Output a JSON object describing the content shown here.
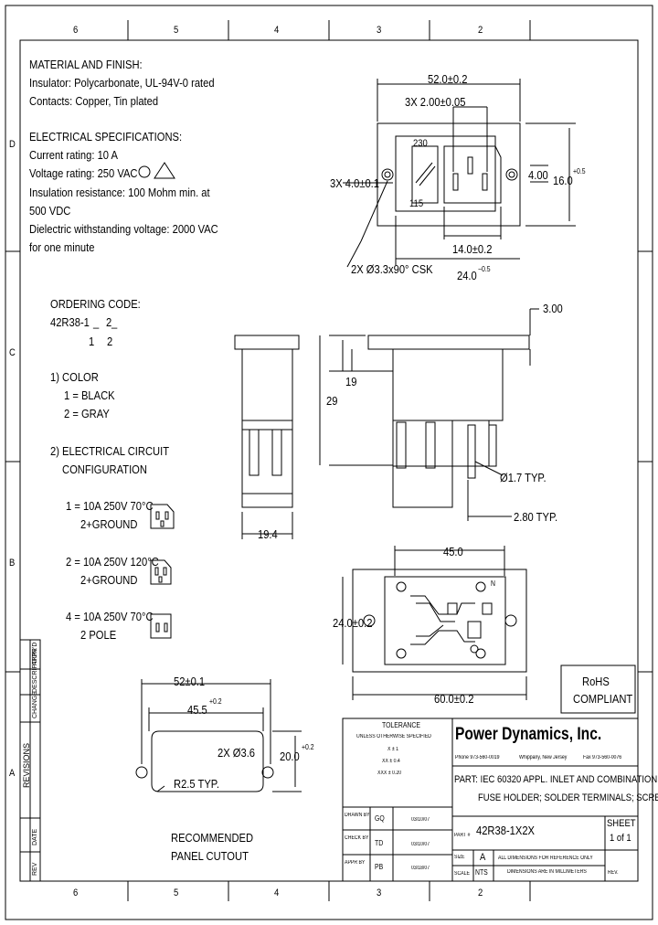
{
  "border": {
    "columns": [
      "6",
      "5",
      "4",
      "3",
      "2"
    ],
    "columns_bottom": [
      "6",
      "5",
      "4",
      "3",
      "2"
    ],
    "rows": [
      "D",
      "C",
      "B",
      "A"
    ]
  },
  "notes": {
    "material_heading": "MATERIAL AND FINISH:",
    "insulator": "Insulator: Polycarbonate, UL-94V-0 rated",
    "contacts": "Contacts: Copper, Tin plated",
    "electrical_heading": "ELECTRICAL SPECIFICATIONS:",
    "current": "Current rating: 10 A",
    "voltage": "Voltage rating: 250 VAC",
    "insulation_1": "Insulation resistance: 100 Mohm min. at",
    "insulation_2": "500 VDC",
    "dielectric_1": "Dielectric withstanding voltage: 2000 VAC",
    "dielectric_2": "for one minute"
  },
  "ordering": {
    "heading": "ORDERING CODE:",
    "code_prefix": "42R38-1",
    "code_blank_1": "_",
    "code_2": "2",
    "code_blank_2": "_",
    "pos_1": "1",
    "pos_2": "2",
    "color_heading": "1)  COLOR",
    "black": "1 = BLACK",
    "gray": "2 = GRAY",
    "circuit_heading_1": "2)  ELECTRICAL CIRCUIT",
    "circuit_heading_2": "CONFIGURATION",
    "opt1_1": "1 = 10A 250V 70°C",
    "opt1_2": "2+GROUND",
    "opt2_1": "2 = 10A 250V 120°C",
    "opt2_2": "2+GROUND",
    "opt4_1": "4 = 10A 250V 70°C",
    "opt4_2": "2 POLE"
  },
  "dimensions": {
    "top_52": "52.0±0.2",
    "top_3x2": "3X 2.00±0.05",
    "label_230": "230",
    "label_115": "115",
    "left_3x4": "3X 4.0±0.1",
    "d_400": "4.00",
    "d_160": "16.0",
    "d_160_tol": "+0.5",
    "d_140": "14.0±0.2",
    "d_csk": "2X Ø3.3x90° CSK",
    "d_240": "24.0",
    "d_240_tol": "−0.5",
    "d_300": "3.00",
    "d_19": "19",
    "d_29": "29",
    "d_17": "Ø1.7 TYP.",
    "d_280": "2.80 TYP.",
    "d_194": "19.4",
    "d_450": "45.0",
    "d_240b": "24.0±0.2",
    "d_600": "60.0±0.2",
    "n_label": "N",
    "cut_52": "52±0.1",
    "cut_455": "45.5",
    "cut_455_tol": "+0.2",
    "cut_2x36": "2X Ø3.6",
    "cut_200": "20.0",
    "cut_200_tol": "+0.2",
    "cut_r25": "R2.5 TYP.",
    "cut_title_1": "RECOMMENDED",
    "cut_title_2": "PANEL CUTOUT"
  },
  "rohs": {
    "line1": "RoHS",
    "line2": "COMPLIANT"
  },
  "titleblock": {
    "tolerance": "TOLERANCE",
    "unless": "UNLESS OTHERWISE SPECIFIED",
    "tol_x": "X    ±    1",
    "tol_xx": "XX    ±    0.4",
    "tol_xxx": "XXX    ±    0.20",
    "company": "Power Dynamics, Inc.",
    "phone": "Phone 973-560-0019",
    "city": "Whippany, New Jersey",
    "fax": "Fax 973-560-0076",
    "part_1": "PART: IEC 60320 APPL. INLET AND COMBINATION",
    "part_2": "FUSE HOLDER; SOLDER TERMINALS; SCREW",
    "drawn": "DRAWN BY",
    "drawn_by": "GQ",
    "drawn_date": "03/10/07",
    "check": "CHECK BY",
    "check_by": "TD",
    "check_date": "03/10/07",
    "appr": "APPR BY",
    "appr_by": "PB",
    "appr_date": "03/18/07",
    "part_no_label": "PART #",
    "part_no": "42R38-1X2X",
    "sheet_label": "SHEET",
    "sheet_val": "1 of 1",
    "size_label": "SIZE",
    "size": "A",
    "scale_label": "SCALE",
    "scale": "NTS",
    "note_1": "ALL DIMENSIONS FOR REFERENCE ONLY",
    "note_2": "DIMENSIONS ARE IN MILLIMETERS",
    "rev_label": "REV."
  },
  "revisions": {
    "title": "REVISIONS",
    "col_date": "DATE",
    "col_rev": "REV",
    "col_change": "CHANGE",
    "col_description": "DESCRIPTION",
    "col_approved": "APPR'D"
  }
}
